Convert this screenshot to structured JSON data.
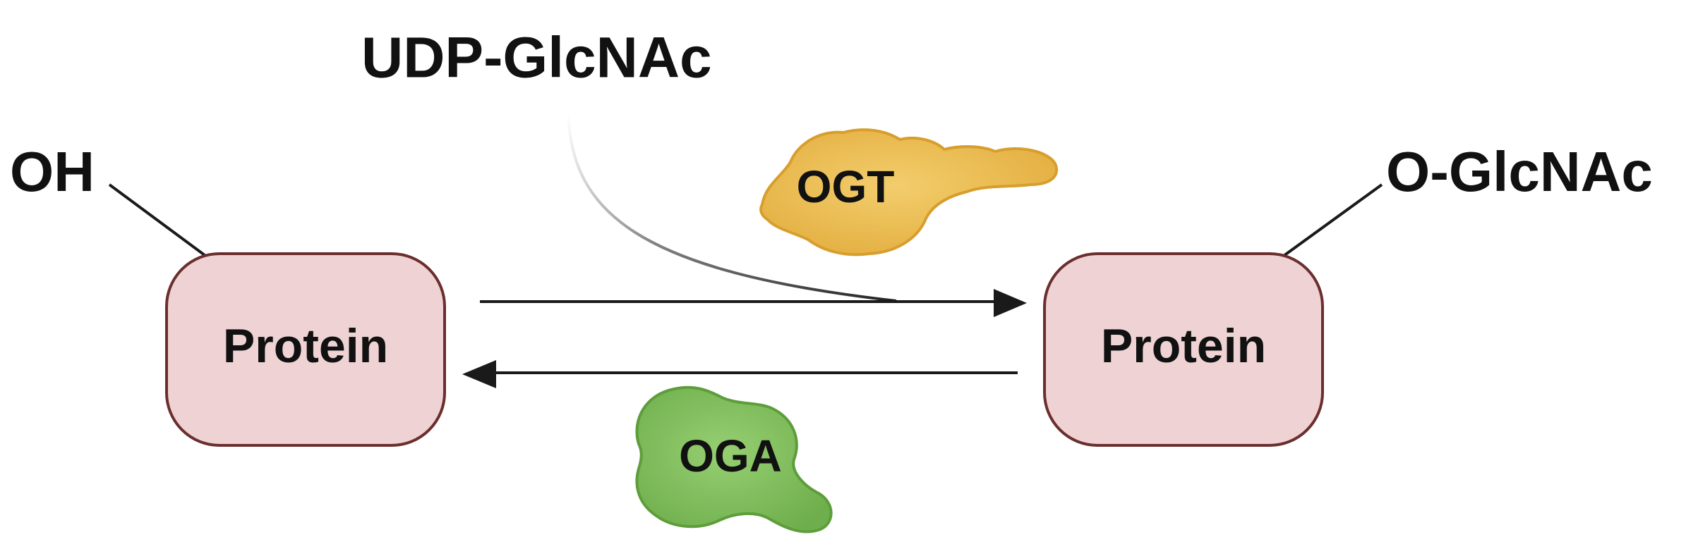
{
  "labels": {
    "donor": "UDP-GlcNAc",
    "left_group": "OH",
    "right_group": "O-GlcNAc",
    "left_protein": "Protein",
    "right_protein": "Protein",
    "enzyme_forward": "OGT",
    "enzyme_reverse": "OGA"
  },
  "colors": {
    "protein_fill": "#efd2d3",
    "protein_stroke": "#6b2e2e",
    "ogt_fill": "#ecbd52",
    "ogt_stroke": "#d79e2c",
    "oga_fill": "#84c25e",
    "oga_stroke": "#5d9d3a",
    "line": "#1a1a1a"
  },
  "icons": {
    "ogt": "enzyme-blob-icon",
    "oga": "enzyme-blob-icon"
  }
}
